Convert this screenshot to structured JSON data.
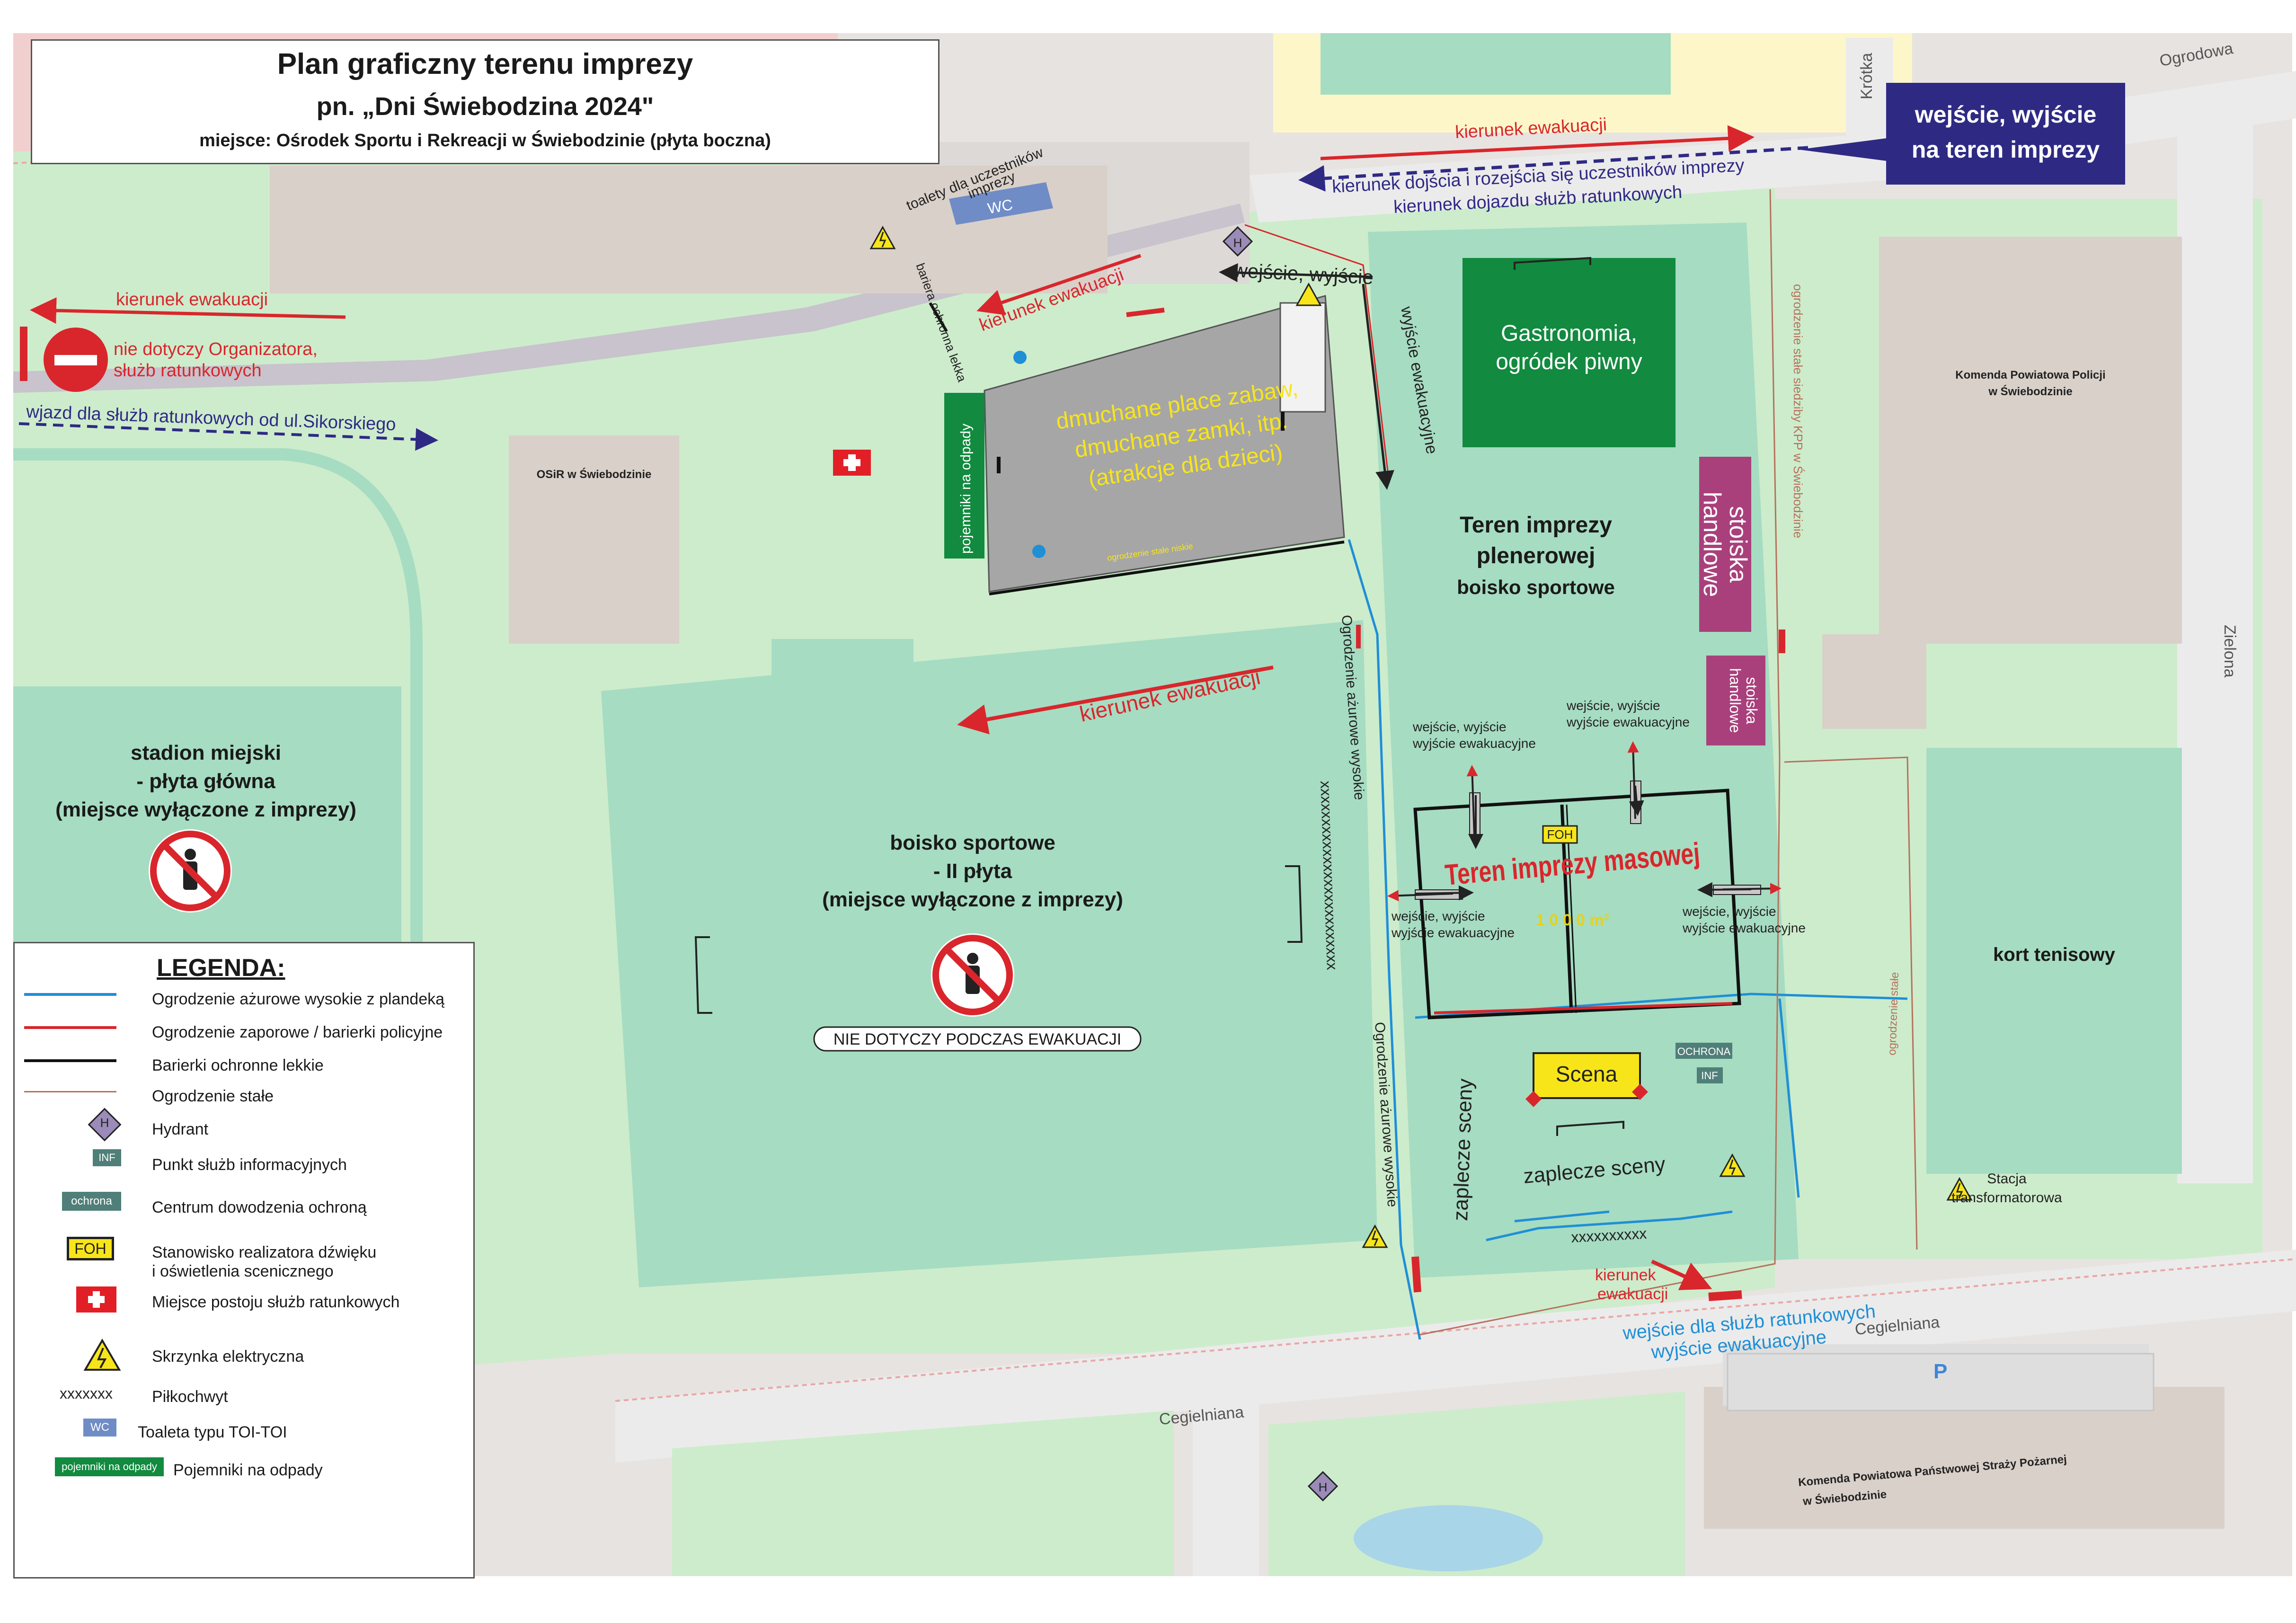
{
  "title": {
    "line1": "Plan graficzny terenu imprezy",
    "line2": "pn. „Dni Świebodzina 2024\"",
    "line3": "miejsce: Ośrodek Sportu i Rekreacji w Świebodzinie (płyta boczna)"
  },
  "entrance_box": {
    "line1": "wejście, wyjście",
    "line2": "na teren imprezy"
  },
  "colors": {
    "background_green": "#cdeccc",
    "pitch_green": "#a6dcc2",
    "building_grey": "#d9d0c9",
    "road_grey": "#e0dcd8",
    "red_arrow": "#d9262c",
    "navy": "#2e2a84",
    "blue_fence": "#1f8fd6",
    "dark_green": "#128a3f",
    "magenta": "#a9407c",
    "stage_yellow": "#f7e51a"
  },
  "streets": {
    "ogrodowa": "Ogrodowa",
    "krotka": "Krótka",
    "zielona": "Zielona",
    "cegielniana_1": "Cegielniana",
    "cegielniana_2": "Cegielniana"
  },
  "labels": {
    "kierunek_ewakuacji_top": "kierunek ewakuacji",
    "kierunek_dojscia": "kierunek dojścia i rozejścia się uczestników imprezy",
    "kierunek_dojazdu": "kierunek dojazdu służb ratunkowych",
    "kierunek_ewakuacji_left": "kierunek ewakuacji",
    "nie_dotyczy_org": "nie dotyczy Organizatora,",
    "nie_dotyczy_org2": "służb ratunkowych",
    "wjazd_sluzb": "wjazd dla służb ratunkowych od ul.Sikorskiego",
    "toalety": "toalety dla uczestników",
    "toalety2": "imprezy",
    "bariera_ochronna": "bariera ochronna lekka",
    "kierunek_ewakuacji_play": "kierunek ewakuacji",
    "wejscie_wyjscie_h": "wejście, wyjście",
    "wyjscie_ewakuacyjne_v": "wyjście ewakuacyjne",
    "dmuchane1": "dmuchane place zabaw,",
    "dmuchane2": "dmuchane zamki, itp.",
    "dmuchane3": "(atrakcje dla dzieci)",
    "ogrodzenie_stale_niskie": "ogrodzenie stałe niskie",
    "pojemniki": "pojemniki na odpady",
    "osir": "OSiR w Świebodzinie",
    "gastronomia1": "Gastronomia,",
    "gastronomia2": "ogródek piwny",
    "stoiska1a": "stoiska",
    "stoiska1b": "handlowe",
    "stoiska2a": "stoiska",
    "stoiska2b": "handlowe",
    "ogrodzenie_kpp": "ogrodzenie stałe siedziby KPP w Świebodzinie",
    "komenda_policji1": "Komenda Powiatowa Policji",
    "komenda_policji2": "w Świebodzinie",
    "teren_plenerowej1": "Teren imprezy",
    "teren_plenerowej2": "plenerowej",
    "teren_plenerowej3": "boisko sportowe",
    "stadion1": "stadion miejski",
    "stadion2": "- płyta główna",
    "stadion3": "(miejsce wyłączone z imprezy)",
    "boisko2_1": "boisko sportowe",
    "boisko2_2": "- II płyta",
    "boisko2_3": "(miejsce wyłączone z imprezy)",
    "nie_dotyczy_ewak": "NIE DOTYCZY PODCZAS EWAKUACJI",
    "kierunek_ewakuacji_mid": "kierunek ewakuacji",
    "ogrodzenie_azurowe1": "Ogrodzenie ażurowe wysokie",
    "ogrodzenie_azurowe2": "Ogrodzenie ażurowe wysokie",
    "pilkochwyt_v": "xxxxxxxxxxxxxxxxxxxxxxxxx",
    "ww_tl1": "wejście, wyjście",
    "ww_tl2": "wyjście ewakuacyjne",
    "ww_tr1": "wejście, wyjście",
    "ww_tr2": "wyjście ewakuacyjne",
    "ww_l1": "wejście, wyjście",
    "ww_l2": "wyjście ewakuacyjne",
    "ww_r1": "wejście, wyjście",
    "ww_r2": "wyjście ewakuacyjne",
    "foh": "FOH",
    "teren_masowej": "Teren imprezy masowej",
    "area": "1 0 0 0 m²",
    "scena": "Scena",
    "ochrona": "OCHRONA",
    "inf": "INF",
    "zaplecze1": "zaplecze sceny",
    "zaplecze2": "zaplecze sceny",
    "pilkochwyt_h": "xxxxxxxxxx",
    "kort": "kort tenisowy",
    "ogrodzenie_stale_r": "ogrodzenie stałe",
    "stacja1": "Stacja",
    "stacja2": "transformatorowa",
    "kierunek_ewak_bottom1": "kierunek",
    "kierunek_ewak_bottom2": "ewakuacji",
    "wejscie_sluzb": "wejście dla służb ratunkowych",
    "wyjscie_ewak_bottom": "wyjście ewakuacyjne",
    "parking": "P",
    "straz1": "Komenda Powiatowa Państwowej Straży Pożarnej",
    "straz2": "w Świebodzinie",
    "hydrant": "H",
    "wc": "WC"
  },
  "legend": {
    "title": "LEGENDA:",
    "items": [
      {
        "label": "Ogrodzenie ażurowe wysokie z plandeką",
        "symbol": "blue-line"
      },
      {
        "label": "Ogrodzenie zaporowe / barierki policyjne",
        "symbol": "red-line"
      },
      {
        "label": "Barierki ochronne lekkie",
        "symbol": "black-line"
      },
      {
        "label": "Ogrodzenie stałe",
        "symbol": "brown-line"
      },
      {
        "label": "Hydrant",
        "symbol": "hydrant-icon",
        "sym_text": "H"
      },
      {
        "label": "Punkt służb informacyjnych",
        "symbol": "inf-icon",
        "sym_text": "INF"
      },
      {
        "label": "Centrum dowodzenia ochroną",
        "symbol": "ochrona-icon",
        "sym_text": "ochrona"
      },
      {
        "label": "Stanowisko realizatora dźwięku",
        "label2": "i oświetlenia scenicznego",
        "symbol": "foh-icon",
        "sym_text": "FOH"
      },
      {
        "label": "Miejsce postoju służb ratunkowych",
        "symbol": "rescue-icon"
      },
      {
        "label": "Skrzynka elektryczna",
        "symbol": "electric-icon"
      },
      {
        "label": "Piłkochwyt",
        "symbol": "pilkochwyt",
        "sym_text": "xxxxxxx"
      },
      {
        "label": "Toaleta typu TOI-TOI",
        "symbol": "wc-icon",
        "sym_text": "WC"
      },
      {
        "label": "Pojemniki na odpady",
        "symbol": "bins-icon",
        "sym_text": "pojemniki na odpady"
      }
    ]
  }
}
